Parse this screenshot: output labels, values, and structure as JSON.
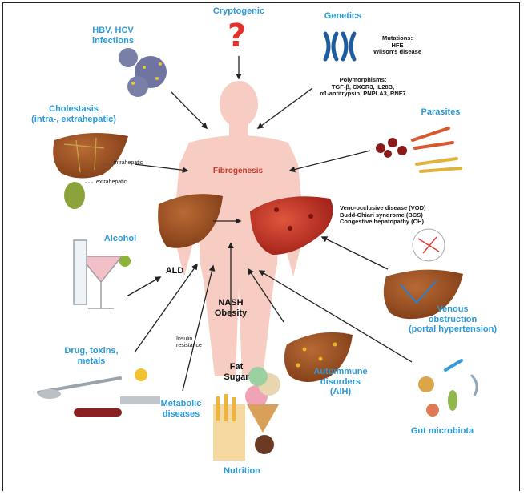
{
  "center": {
    "title": "Fibrogenesis"
  },
  "causes": {
    "cryptogenic": "Cryptogenic",
    "hbv_hcv": "HBV, HCV\ninfections",
    "genetics": "Genetics",
    "genetics_mutations": "Mutations:\nHFE\nWilson's disease",
    "genetics_polymorphisms": "Polymorphisms:\nTGF-β, CXCR3, IL28B,\nα1-antitrypsin, PNPLA3, RNF7",
    "cholestasis": "Cholestasis\n(intra-, extrahepatic)",
    "intrahepatic": "intrahepatic",
    "extrahepatic": "extrahepatic",
    "parasites": "Parasites",
    "vascular_list": "Veno-occlusive disease (VOD)\nBudd-Chiari syndrome (BCS)\nCongestive hepatopathy (CH)",
    "alcohol": "Alcohol",
    "ald": "ALD",
    "venous": "Venous\nobstruction\n(portal hypertension)",
    "insulin": "Insulin\nresistance",
    "nash": "NASH\nObesity",
    "drug": "Drug, toxins,\nmetals",
    "fat_sugar": "Fat\nSugar",
    "autoimmune": "Autoimmune\ndisorders\n(AIH)",
    "metabolic": "Metabolic\ndiseases",
    "gut": "Gut microbiota",
    "nutrition": "Nutrition"
  },
  "colors": {
    "label_blue": "#2a9ad8",
    "body": "#f6c8bf",
    "liver_healthy": "#9a4a1e",
    "liver_diseased": "#b3261e",
    "question_mark": "#e4312b",
    "arrow": "#222222"
  }
}
